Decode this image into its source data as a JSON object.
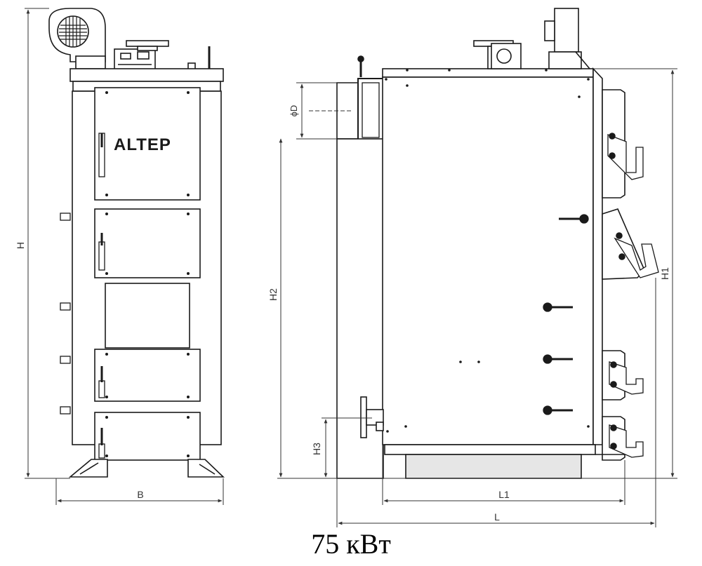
{
  "brand": "ALTEP",
  "caption": "75 кВт",
  "dimensions": {
    "height": "H",
    "width": "B",
    "height_1": "H1",
    "height_2": "H2",
    "height_3": "H3",
    "length_1": "L1",
    "length": "L",
    "diameter": "ϕD"
  },
  "colors": {
    "line": "#1a1a1a",
    "dim_line": "#333333",
    "fill": "#ffffff",
    "shade": "#e6e6e6"
  }
}
